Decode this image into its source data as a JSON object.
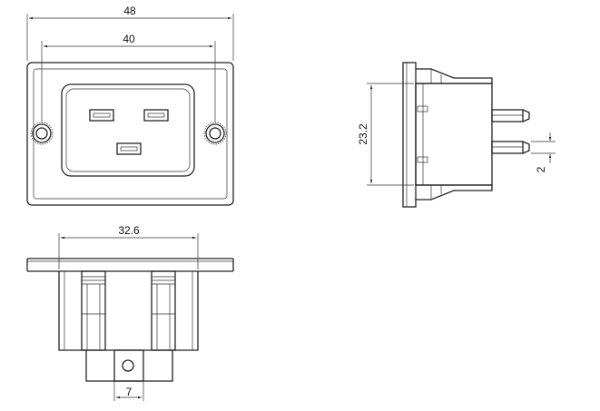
{
  "front_view": {
    "overall_width_label": "48",
    "hole_spacing_label": "40"
  },
  "bottom_view": {
    "body_width_label": "32.6",
    "tab_width_label": "7"
  },
  "side_view": {
    "height_label": "23.2",
    "pin_pitch_label": "2"
  }
}
